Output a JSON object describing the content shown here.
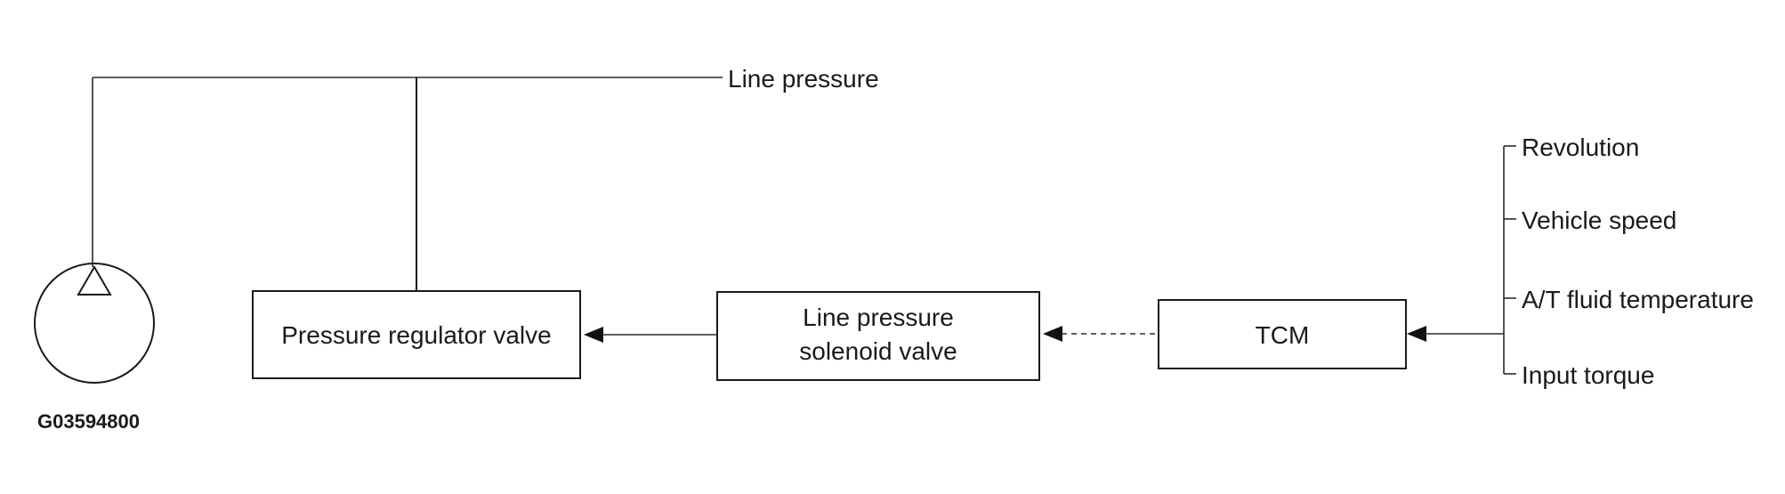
{
  "labels": {
    "line_pressure": "Line pressure",
    "pressure_regulator_valve": "Pressure regulator valve",
    "solenoid_line1": "Line pressure",
    "solenoid_line2": "solenoid valve",
    "tcm": "TCM",
    "figure_id": "G03594800"
  },
  "inputs": [
    "Revolution",
    "Vehicle speed",
    "A/T fluid temperature",
    "Input torque"
  ],
  "colors": {
    "line": "#1a1a1a",
    "background": "#ffffff"
  }
}
